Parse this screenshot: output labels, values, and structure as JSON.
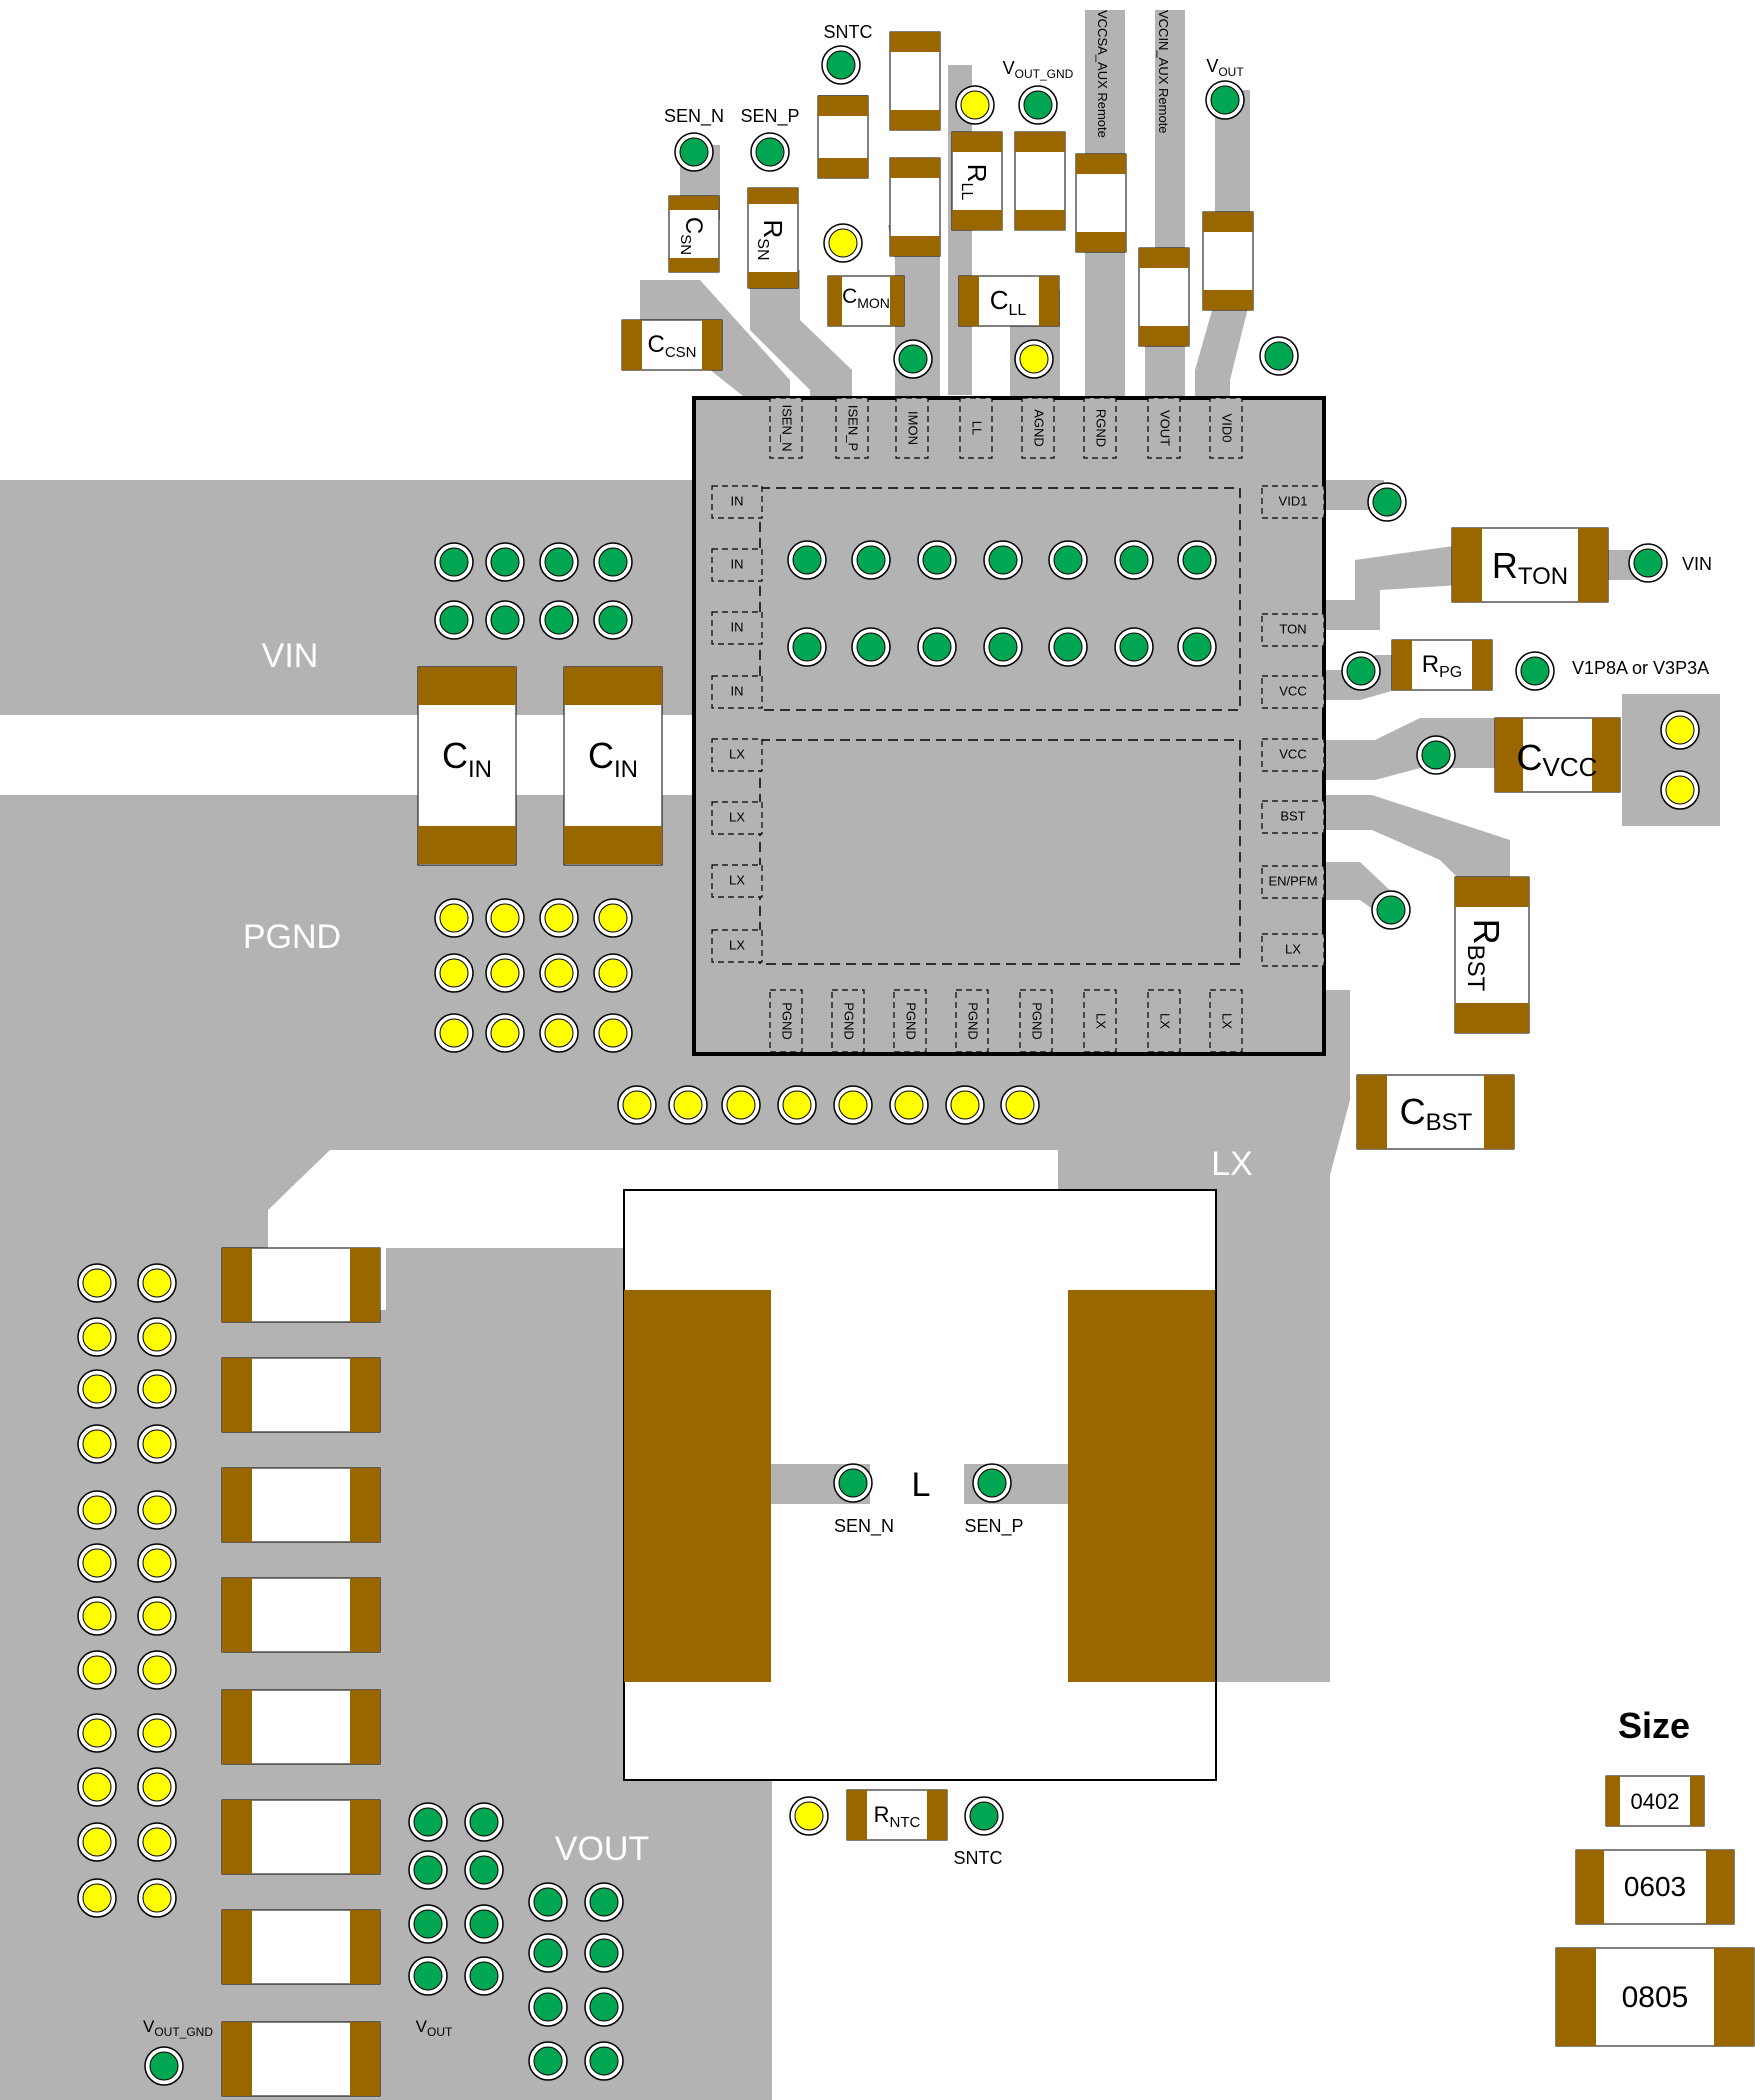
{
  "colors": {
    "copper": "#b3b3b3",
    "pad": "#996600",
    "via_green": "#00a651",
    "via_yellow": "#ffff00",
    "ic_outline": "#000000"
  },
  "net_labels": {
    "vin": "VIN",
    "pgnd": "PGND",
    "lx": "LX",
    "vout": "VOUT"
  },
  "components": {
    "cin": {
      "base": "C",
      "sub": "IN"
    },
    "csn": {
      "base": "C",
      "sub": "SN"
    },
    "rsn": {
      "base": "R",
      "sub": "SN"
    },
    "cmon": {
      "base": "C",
      "sub": "MON"
    },
    "rll": {
      "base": "R",
      "sub": "LL"
    },
    "cll": {
      "base": "C",
      "sub": "LL"
    },
    "ccsn": {
      "base": "C",
      "sub": "CSN"
    },
    "rton": {
      "base": "R",
      "sub": "TON"
    },
    "rpg": {
      "base": "R",
      "sub": "PG"
    },
    "cvcc": {
      "base": "C",
      "sub": "VCC"
    },
    "rbst": {
      "base": "R",
      "sub": "BST"
    },
    "cbst": {
      "base": "C",
      "sub": "BST"
    },
    "rntc": {
      "base": "R",
      "sub": "NTC"
    },
    "inductor": "L"
  },
  "signal_labels": {
    "sntc": "SNTC",
    "sen_n": "SEN_N",
    "sen_p": "SEN_P",
    "vout_gnd": {
      "base": "V",
      "sub": "OUT_GND"
    },
    "vout": {
      "base": "V",
      "sub": "OUT"
    },
    "vccsa_remote": "VCCSA_AUX Remote",
    "vccin_remote": "VCCIN_AUX Remote",
    "vin": "VIN",
    "pg_rail": "V1P8A or V3P3A"
  },
  "pins": {
    "top": [
      "ISEN_N",
      "ISEN_P",
      "IMON",
      "LL",
      "AGND",
      "RGND",
      "VOUT",
      "VID0"
    ],
    "left": [
      "IN",
      "IN",
      "IN",
      "IN",
      "LX",
      "LX",
      "LX",
      "LX"
    ],
    "right": [
      "VID1",
      "TON",
      "VCC",
      "VCC",
      "BST",
      "EN/PFM",
      "LX"
    ],
    "bottom": [
      "PGND",
      "PGND",
      "PGND",
      "PGND",
      "PGND",
      "LX",
      "LX",
      "LX"
    ]
  },
  "legend": {
    "title": "Size",
    "sizes": [
      "0402",
      "0603",
      "0805"
    ]
  }
}
